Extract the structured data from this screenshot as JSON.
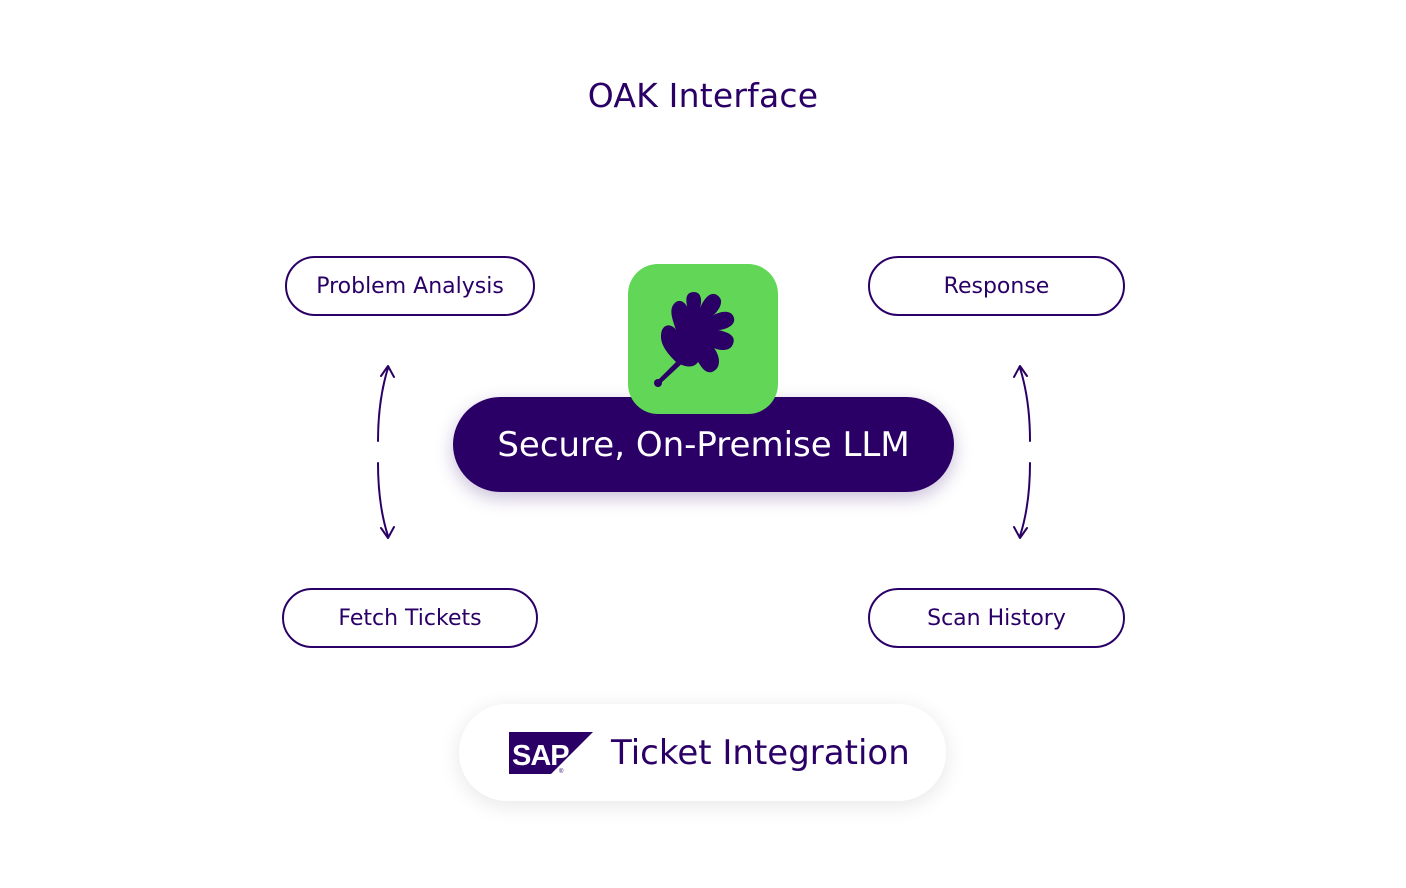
{
  "title": "OAK Interface",
  "steps": {
    "problem_analysis": "Problem Analysis",
    "response": "Response",
    "fetch_tickets": "Fetch Tickets",
    "scan_history": "Scan History"
  },
  "core": {
    "label": "Secure, On-Premise LLM",
    "logo_icon": "oak-leaf-icon"
  },
  "integration": {
    "logo_text": "SAP",
    "label": "Ticket Integration"
  },
  "colors": {
    "primary": "#2a0066",
    "accent_green": "#62d656",
    "background": "#ffffff"
  }
}
